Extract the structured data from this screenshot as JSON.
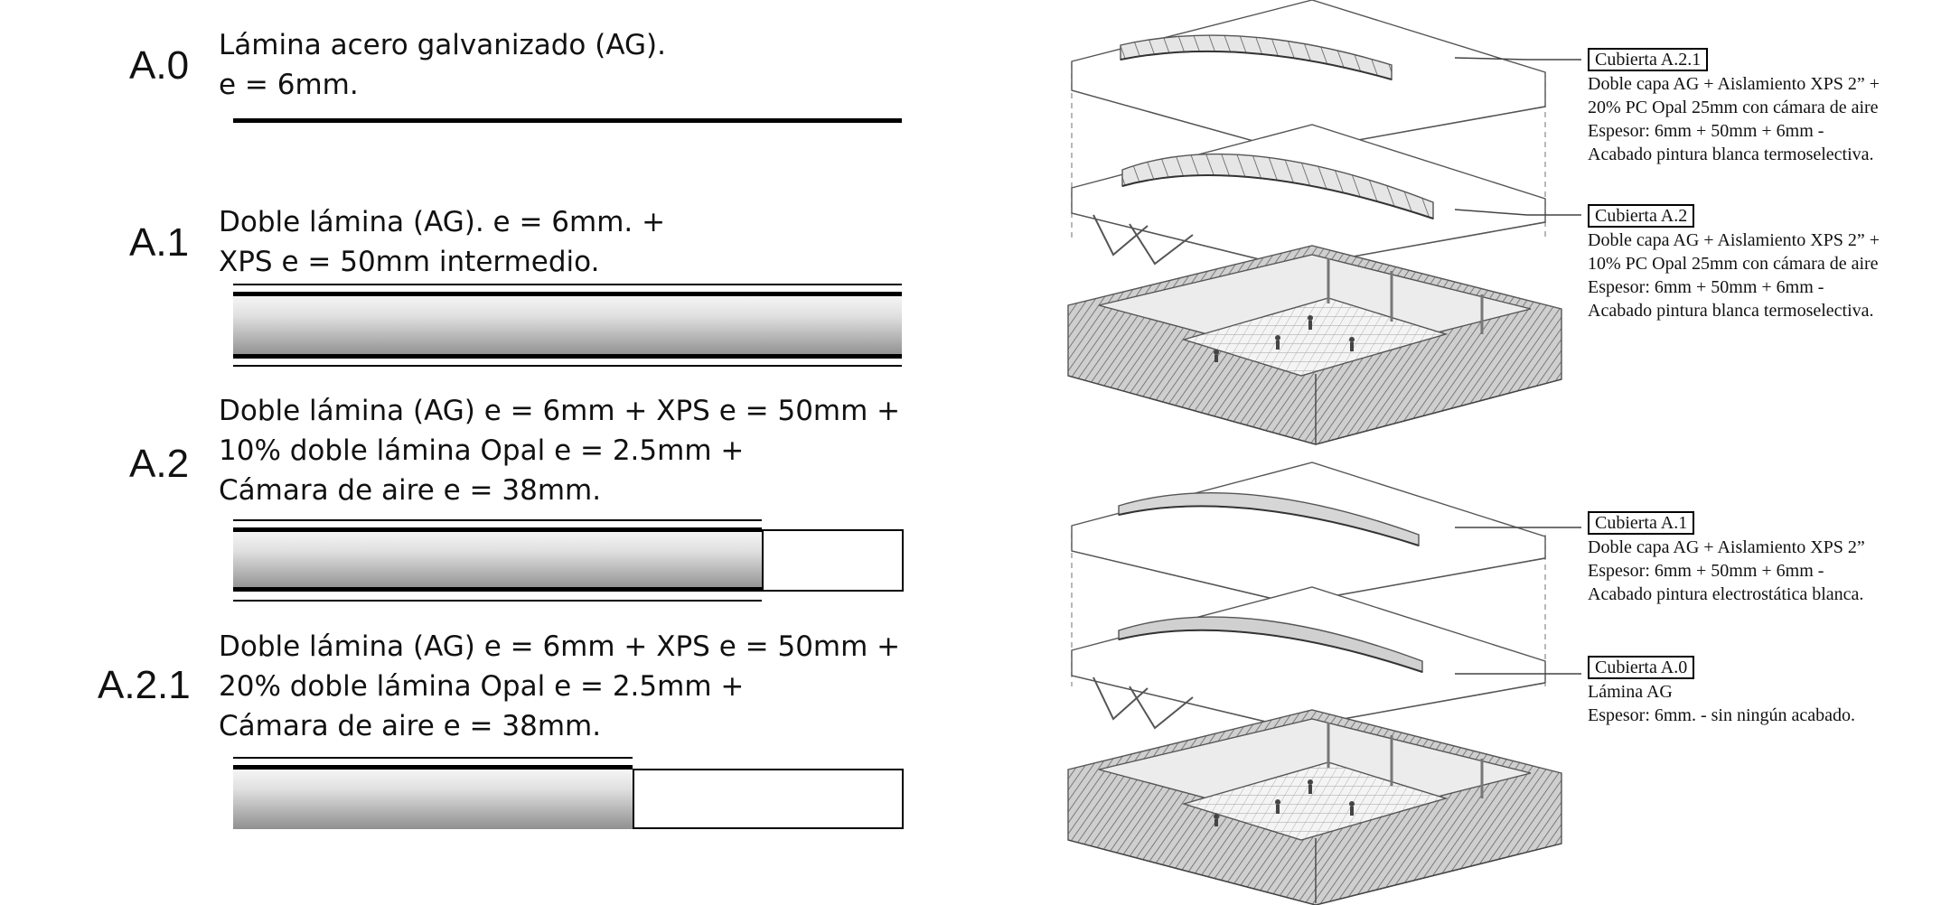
{
  "layers": [
    {
      "code": "A.0",
      "lines": [
        "Lámina acero galvanizado (AG).",
        "e = 6mm."
      ]
    },
    {
      "code": "A.1",
      "lines": [
        "Doble lámina (AG). e = 6mm. +",
        "XPS e = 50mm intermedio."
      ]
    },
    {
      "code": "A.2",
      "lines": [
        "Doble lámina (AG) e = 6mm + XPS e = 50mm +",
        "10% doble lámina Opal e = 2.5mm +",
        "Cámara de aire e = 38mm."
      ]
    },
    {
      "code": "A.2.1",
      "lines": [
        "Doble lámina (AG) e = 6mm + XPS e = 50mm +",
        "20% doble lámina Opal e = 2.5mm +",
        "Cámara de aire e = 38mm."
      ]
    }
  ],
  "callouts": [
    {
      "title": "Cubierta A.2.1",
      "lines": [
        "Doble capa AG + Aislamiento XPS 2” +",
        "20% PC Opal 25mm con cámara de aire",
        "Espesor: 6mm + 50mm + 6mm -",
        "Acabado pintura blanca termoselectiva."
      ]
    },
    {
      "title": "Cubierta A.2",
      "lines": [
        "Doble capa AG + Aislamiento XPS 2” +",
        "10% PC Opal 25mm con cámara de aire",
        "Espesor: 6mm + 50mm + 6mm -",
        "Acabado pintura blanca termoselectiva."
      ]
    },
    {
      "title": "Cubierta A.1",
      "lines": [
        "Doble capa AG + Aislamiento XPS 2”",
        "Espesor: 6mm + 50mm + 6mm -",
        "Acabado pintura electrostática blanca."
      ]
    },
    {
      "title": "Cubierta A.0",
      "lines": [
        "Lámina AG",
        "Espesor: 6mm. - sin ningún acabado."
      ]
    }
  ]
}
